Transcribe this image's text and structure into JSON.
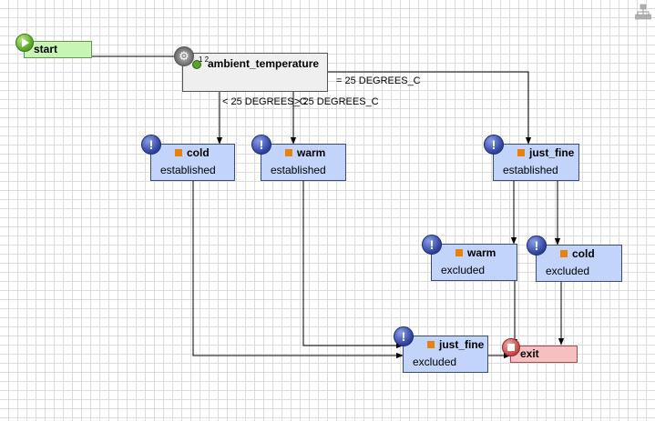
{
  "diagram": {
    "start_label": "start",
    "exit_label": "exit",
    "decision": {
      "label": "ambient_temperature",
      "port_numbers": "1 2"
    },
    "states": {
      "cold_established": {
        "title": "cold",
        "status": "established"
      },
      "warm_established": {
        "title": "warm",
        "status": "established"
      },
      "just_fine_established": {
        "title": "just_fine",
        "status": "established"
      },
      "warm_excluded": {
        "title": "warm",
        "status": "excluded"
      },
      "cold_excluded": {
        "title": "cold",
        "status": "excluded"
      },
      "just_fine_excluded": {
        "title": "just_fine",
        "status": "excluded"
      }
    },
    "edge_labels": {
      "eq": "= 25 DEGREES_C",
      "lt": "< 25 DEGREES_C",
      "gt": "> 25 DEGREES_C"
    },
    "icons": {
      "start": "play-icon",
      "exit": "stop-icon",
      "decision": "gear-icon",
      "state": "alert-icon",
      "toolbar": "hierarchy-icon"
    },
    "colors": {
      "start_fill": "#c8f5b4",
      "exit_fill": "#f7c0c0",
      "state_fill": "#c3d4fb",
      "decision_fill": "#efefef",
      "state_marker": "#e8820c"
    }
  }
}
